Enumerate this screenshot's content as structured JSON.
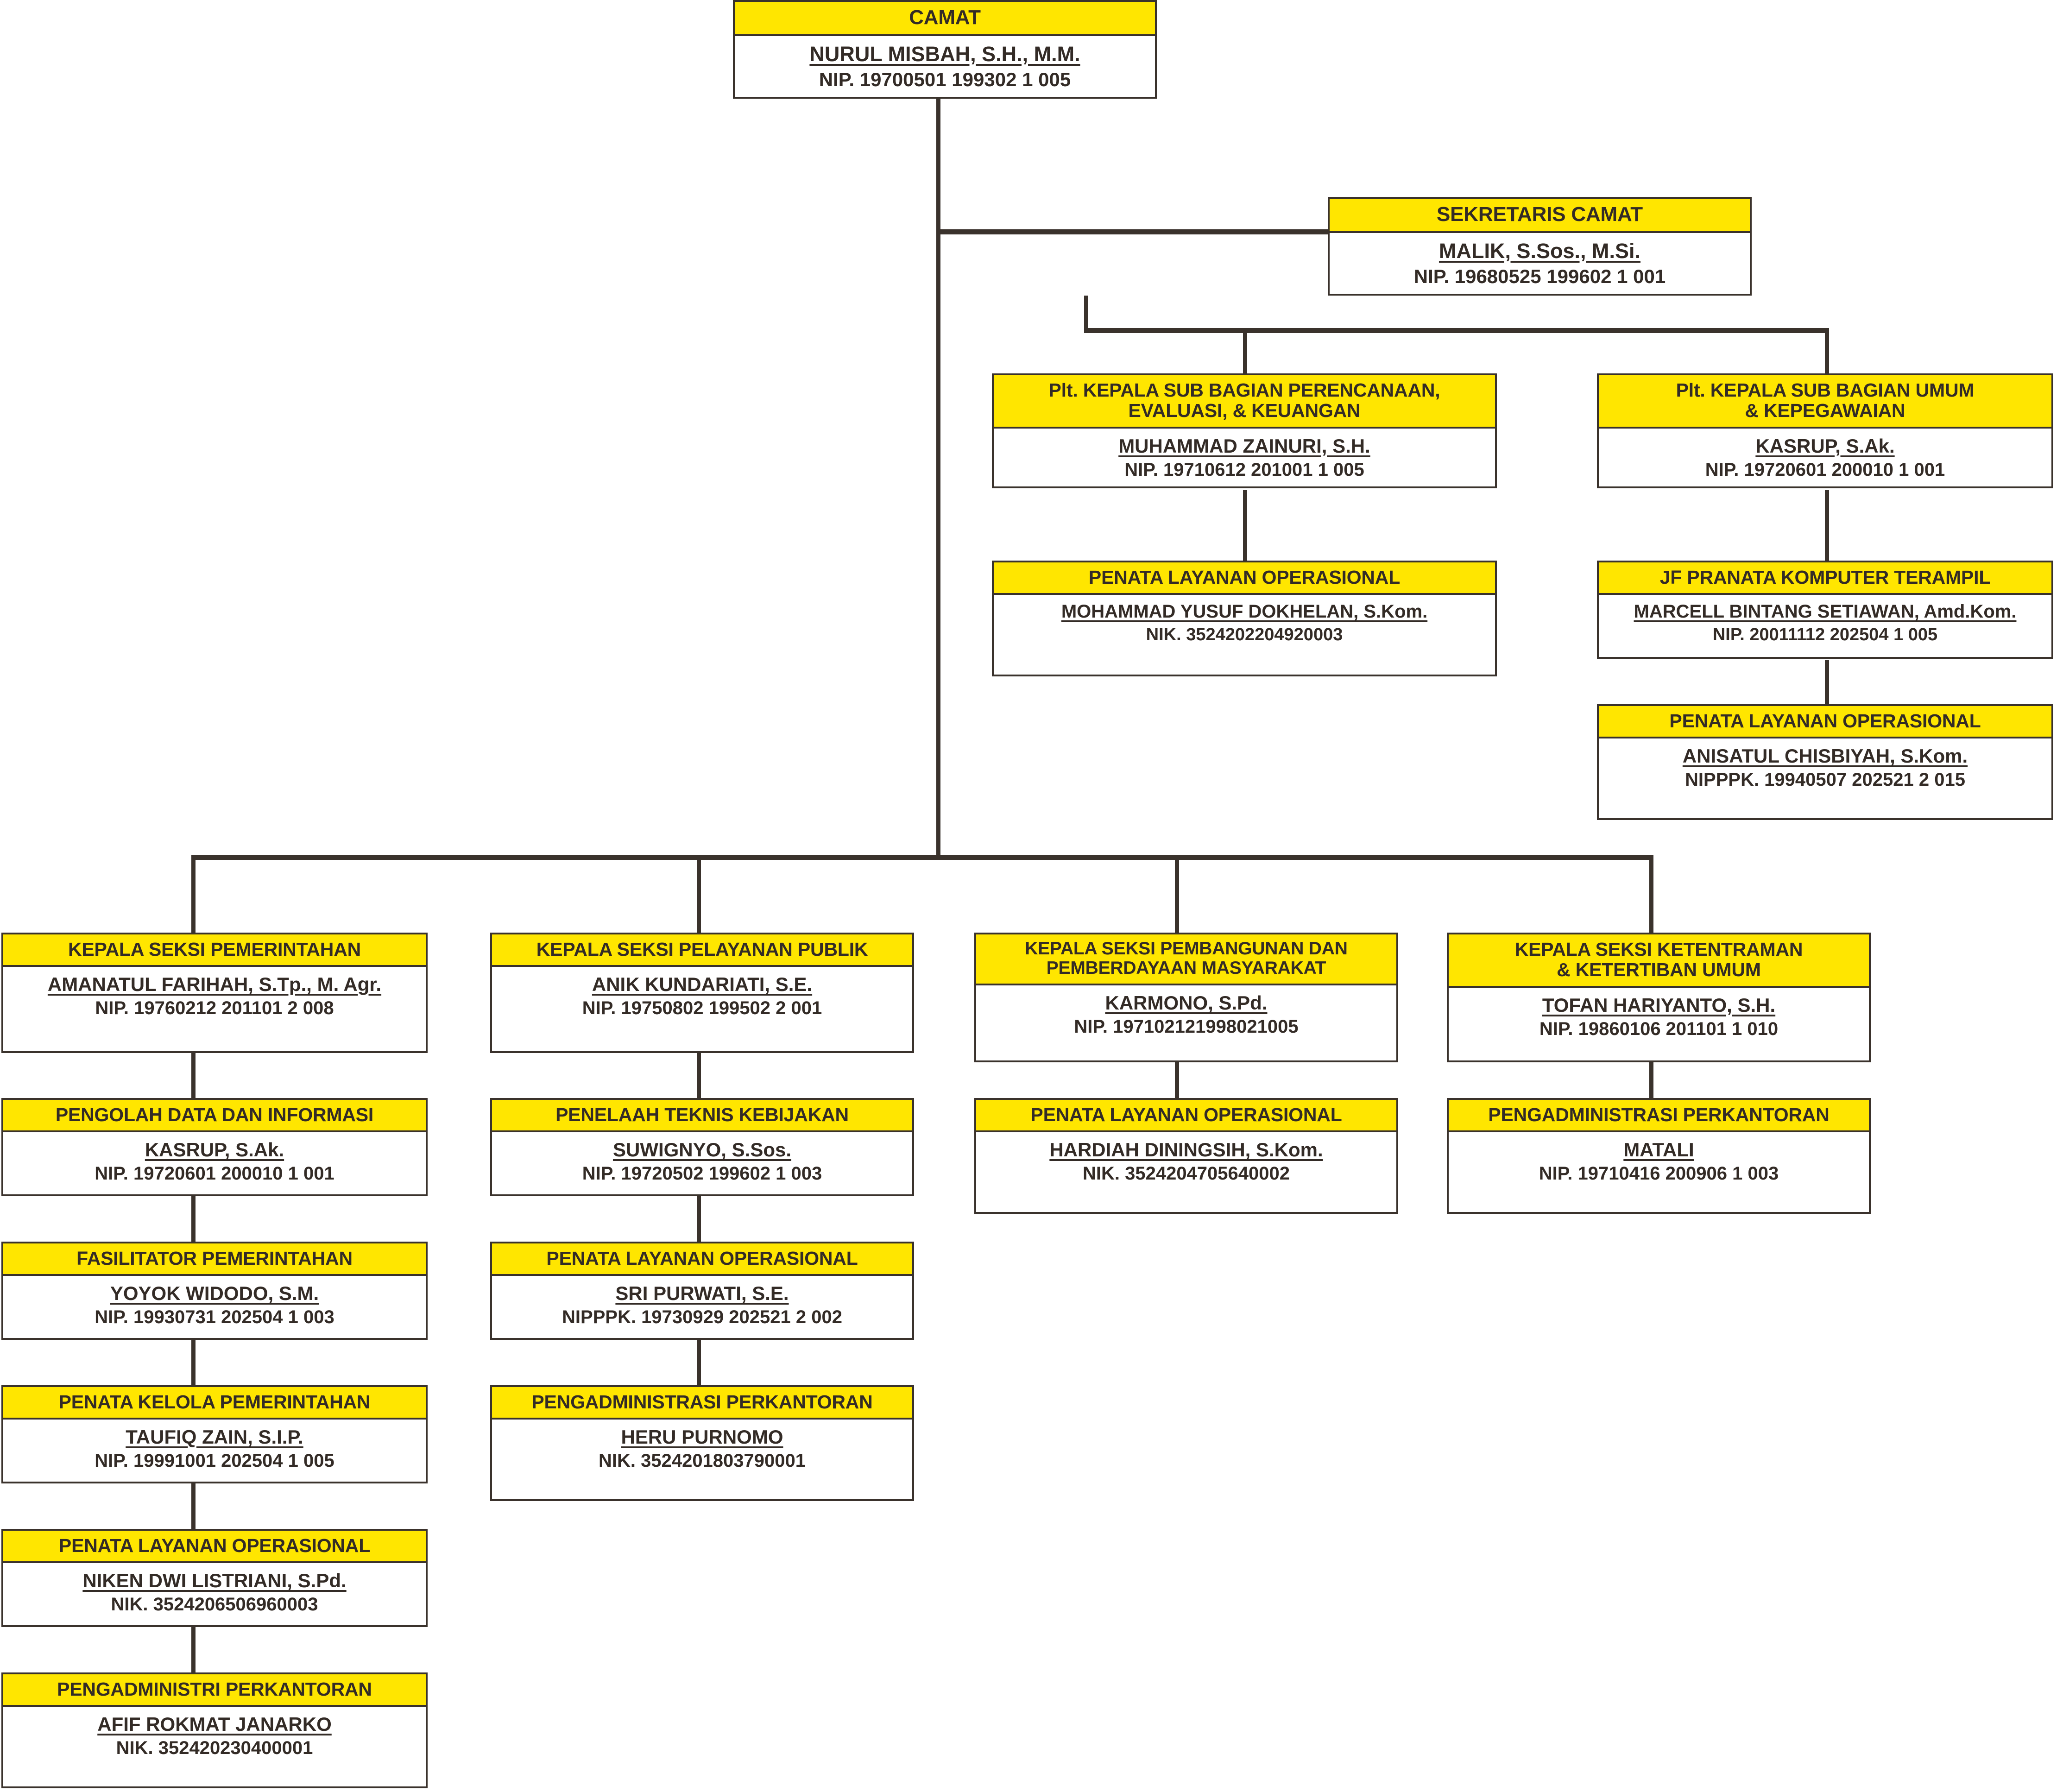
{
  "theme": {
    "header_fill": "#ffe600",
    "body_fill": "#ffffff",
    "border": "#3a322c",
    "text": "#332b26"
  },
  "chart_data": {
    "type": "diagram",
    "subtype": "organization-chart",
    "orientation": "top-down",
    "levels": 5
  },
  "nodes": {
    "camat": {
      "title": "CAMAT",
      "person": "NURUL MISBAH, S.H., M.M.",
      "id": "NIP. 19700501 199302 1 005"
    },
    "sekretaris": {
      "title": "SEKRETARIS CAMAT",
      "person": "MALIK, S.Sos., M.Si.",
      "id": "NIP. 19680525 199602 1 001"
    },
    "subbag_perencanaan": {
      "title": "Plt. KEPALA SUB BAGIAN PERENCANAAN,\nEVALUASI, & KEUANGAN",
      "person": "MUHAMMAD ZAINURI, S.H.",
      "id": "NIP. 19710612 201001 1 005"
    },
    "subbag_umum": {
      "title": "Plt. KEPALA SUB BAGIAN UMUM\n& KEPEGAWAIAN",
      "person": "KASRUP, S.Ak.",
      "id": "NIP. 19720601 200010 1 001"
    },
    "plo_perencanaan": {
      "title": "PENATA LAYANAN OPERASIONAL",
      "person": "MOHAMMAD YUSUF DOKHELAN, S.Kom.",
      "id": "NIK. 3524202204920003"
    },
    "jf_pranata": {
      "title": "JF PRANATA KOMPUTER TERAMPIL",
      "person": "MARCELL BINTANG SETIAWAN, Amd.Kom.",
      "id": "NIP. 20011112 202504 1 005"
    },
    "plo_umum": {
      "title": "PENATA LAYANAN OPERASIONAL",
      "person": "ANISATUL CHISBIYAH, S.Kom.",
      "id": "NIPPPK. 19940507 202521 2 015"
    },
    "seksi_pemerintahan": {
      "title": "KEPALA SEKSI PEMERINTAHAN",
      "person": "AMANATUL FARIHAH, S.Tp., M. Agr.",
      "id": "NIP. 19760212 201101 2 008"
    },
    "pengolah_data": {
      "title": "PENGOLAH DATA DAN INFORMASI",
      "person": "KASRUP, S.Ak.",
      "id": "NIP. 19720601 200010 1 001"
    },
    "fasilitator": {
      "title": "FASILITATOR PEMERINTAHAN",
      "person": "YOYOK WIDODO, S.M.",
      "id": "NIP. 19930731 202504 1 003"
    },
    "penata_kelola": {
      "title": "PENATA KELOLA PEMERINTAHAN",
      "person": "TAUFIQ ZAIN, S.I.P.",
      "id": "NIP. 19991001 202504 1 005"
    },
    "plo_pemerintahan": {
      "title": "PENATA LAYANAN OPERASIONAL",
      "person": "NIKEN DWI LISTRIANI, S.Pd.",
      "id": "NIK. 3524206506960003"
    },
    "pengadministri_pemerintahan": {
      "title": "PENGADMINISTRI PERKANTORAN",
      "person": "AFIF ROKMAT JANARKO",
      "id": "NIK. 352420230400001"
    },
    "seksi_pelayanan": {
      "title": "KEPALA SEKSI PELAYANAN PUBLIK",
      "person": "ANIK KUNDARIATI, S.E.",
      "id": "NIP. 19750802 199502 2 001"
    },
    "penelaah_teknis": {
      "title": "PENELAAH TEKNIS KEBIJAKAN",
      "person": "SUWIGNYO, S.Sos.",
      "id": "NIP. 19720502 199602 1 003"
    },
    "plo_pelayanan": {
      "title": "PENATA LAYANAN OPERASIONAL",
      "person": "SRI PURWATI, S.E.",
      "id": "NIPPPK. 19730929 202521 2 002"
    },
    "pengadministrasi_pelayanan": {
      "title": "PENGADMINISTRASI PERKANTORAN",
      "person": "HERU PURNOMO",
      "id": "NIK. 3524201803790001"
    },
    "seksi_pembangunan": {
      "title": "KEPALA SEKSI PEMBANGUNAN DAN\nPEMBERDAYAAN MASYARAKAT",
      "person": "KARMONO, S.Pd.",
      "id": "NIP. 197102121998021005"
    },
    "plo_pembangunan": {
      "title": "PENATA LAYANAN OPERASIONAL",
      "person": "HARDIAH DININGSIH, S.Kom.",
      "id": "NIK. 3524204705640002"
    },
    "seksi_ketentraman": {
      "title": "KEPALA SEKSI KETENTRAMAN\n& KETERTIBAN UMUM",
      "person": "TOFAN HARIYANTO, S.H.",
      "id": "NIP. 19860106 201101 1 010"
    },
    "pengadministrasi_ketentraman": {
      "title": "PENGADMINISTRASI PERKANTORAN",
      "person": "MATALI",
      "id": "NIP. 19710416 200906 1 003"
    }
  }
}
